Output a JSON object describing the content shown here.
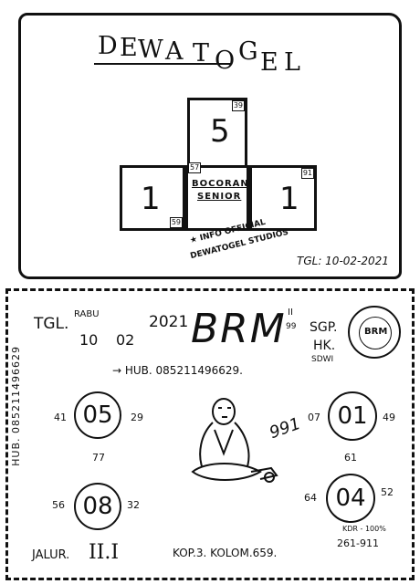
{
  "top_card": {
    "brand_letters": [
      "D",
      "E",
      "W",
      "A",
      "T",
      "O",
      "G",
      "E",
      "L"
    ],
    "box_top_value": "5",
    "box_left_value": "1",
    "box_right_value": "1",
    "center_label_1": "BOCORAN",
    "center_label_2": "SENIOR",
    "corner_top": "39",
    "corner_center": "57",
    "corner_left": "59",
    "corner_right": "91",
    "stamp_line_1": "★ INFO OFFICIAL",
    "stamp_line_2": "DEWATOGEL STUDIOS",
    "date_text": "TGL: 10-02-2021"
  },
  "bottom_card": {
    "tgl_label": "TGL.",
    "day_label": "RABU",
    "date_day": "10",
    "date_month": "02",
    "date_year": "2021",
    "brm_title": "BRM",
    "roman_mark": "II",
    "roman_mark_sub": "99",
    "market_1": "SGP.",
    "market_2": "HK.",
    "market_3": "SDWI",
    "hub_text": "→ HUB. 085211496629.",
    "side_hub_text": "HUB. 085211496629",
    "seal_text": "BRM",
    "circles": [
      {
        "id": "tl",
        "value": "05",
        "left_num": "41",
        "right_num": "29"
      },
      {
        "id": "bl",
        "value": "08",
        "left_num": "56",
        "right_num": "32"
      },
      {
        "id": "tr",
        "value": "01",
        "left_num": "07",
        "right_num": "49"
      },
      {
        "id": "br",
        "value": "04",
        "left_num": "64",
        "right_num": "52"
      }
    ],
    "connector_left": "77",
    "connector_right": "61",
    "monk_note": "991",
    "jalur_label": "JALUR.",
    "jalur_value": "II.I",
    "kop_text": "KOP.3. KOLOM.659.",
    "kdr_label": "KDR - 100%",
    "kdr_value": "261-911"
  }
}
